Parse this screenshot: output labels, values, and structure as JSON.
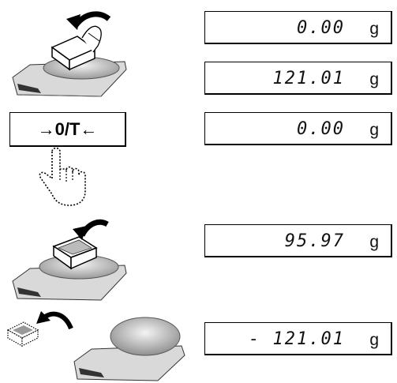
{
  "displays": [
    {
      "reading": "0.00",
      "unit": "g"
    },
    {
      "reading": "121.01",
      "unit": "g"
    },
    {
      "reading": "0.00",
      "unit": "g"
    },
    {
      "reading": "95.97",
      "unit": "g"
    },
    {
      "reading": "- 121.01",
      "unit": "g"
    }
  ],
  "tare_key": {
    "label": "→0/T←"
  },
  "icons": [
    "place-container-balance-icon",
    "finger-press-icon",
    "add-sample-balance-icon",
    "remove-container-icon",
    "empty-balance-icon"
  ]
}
